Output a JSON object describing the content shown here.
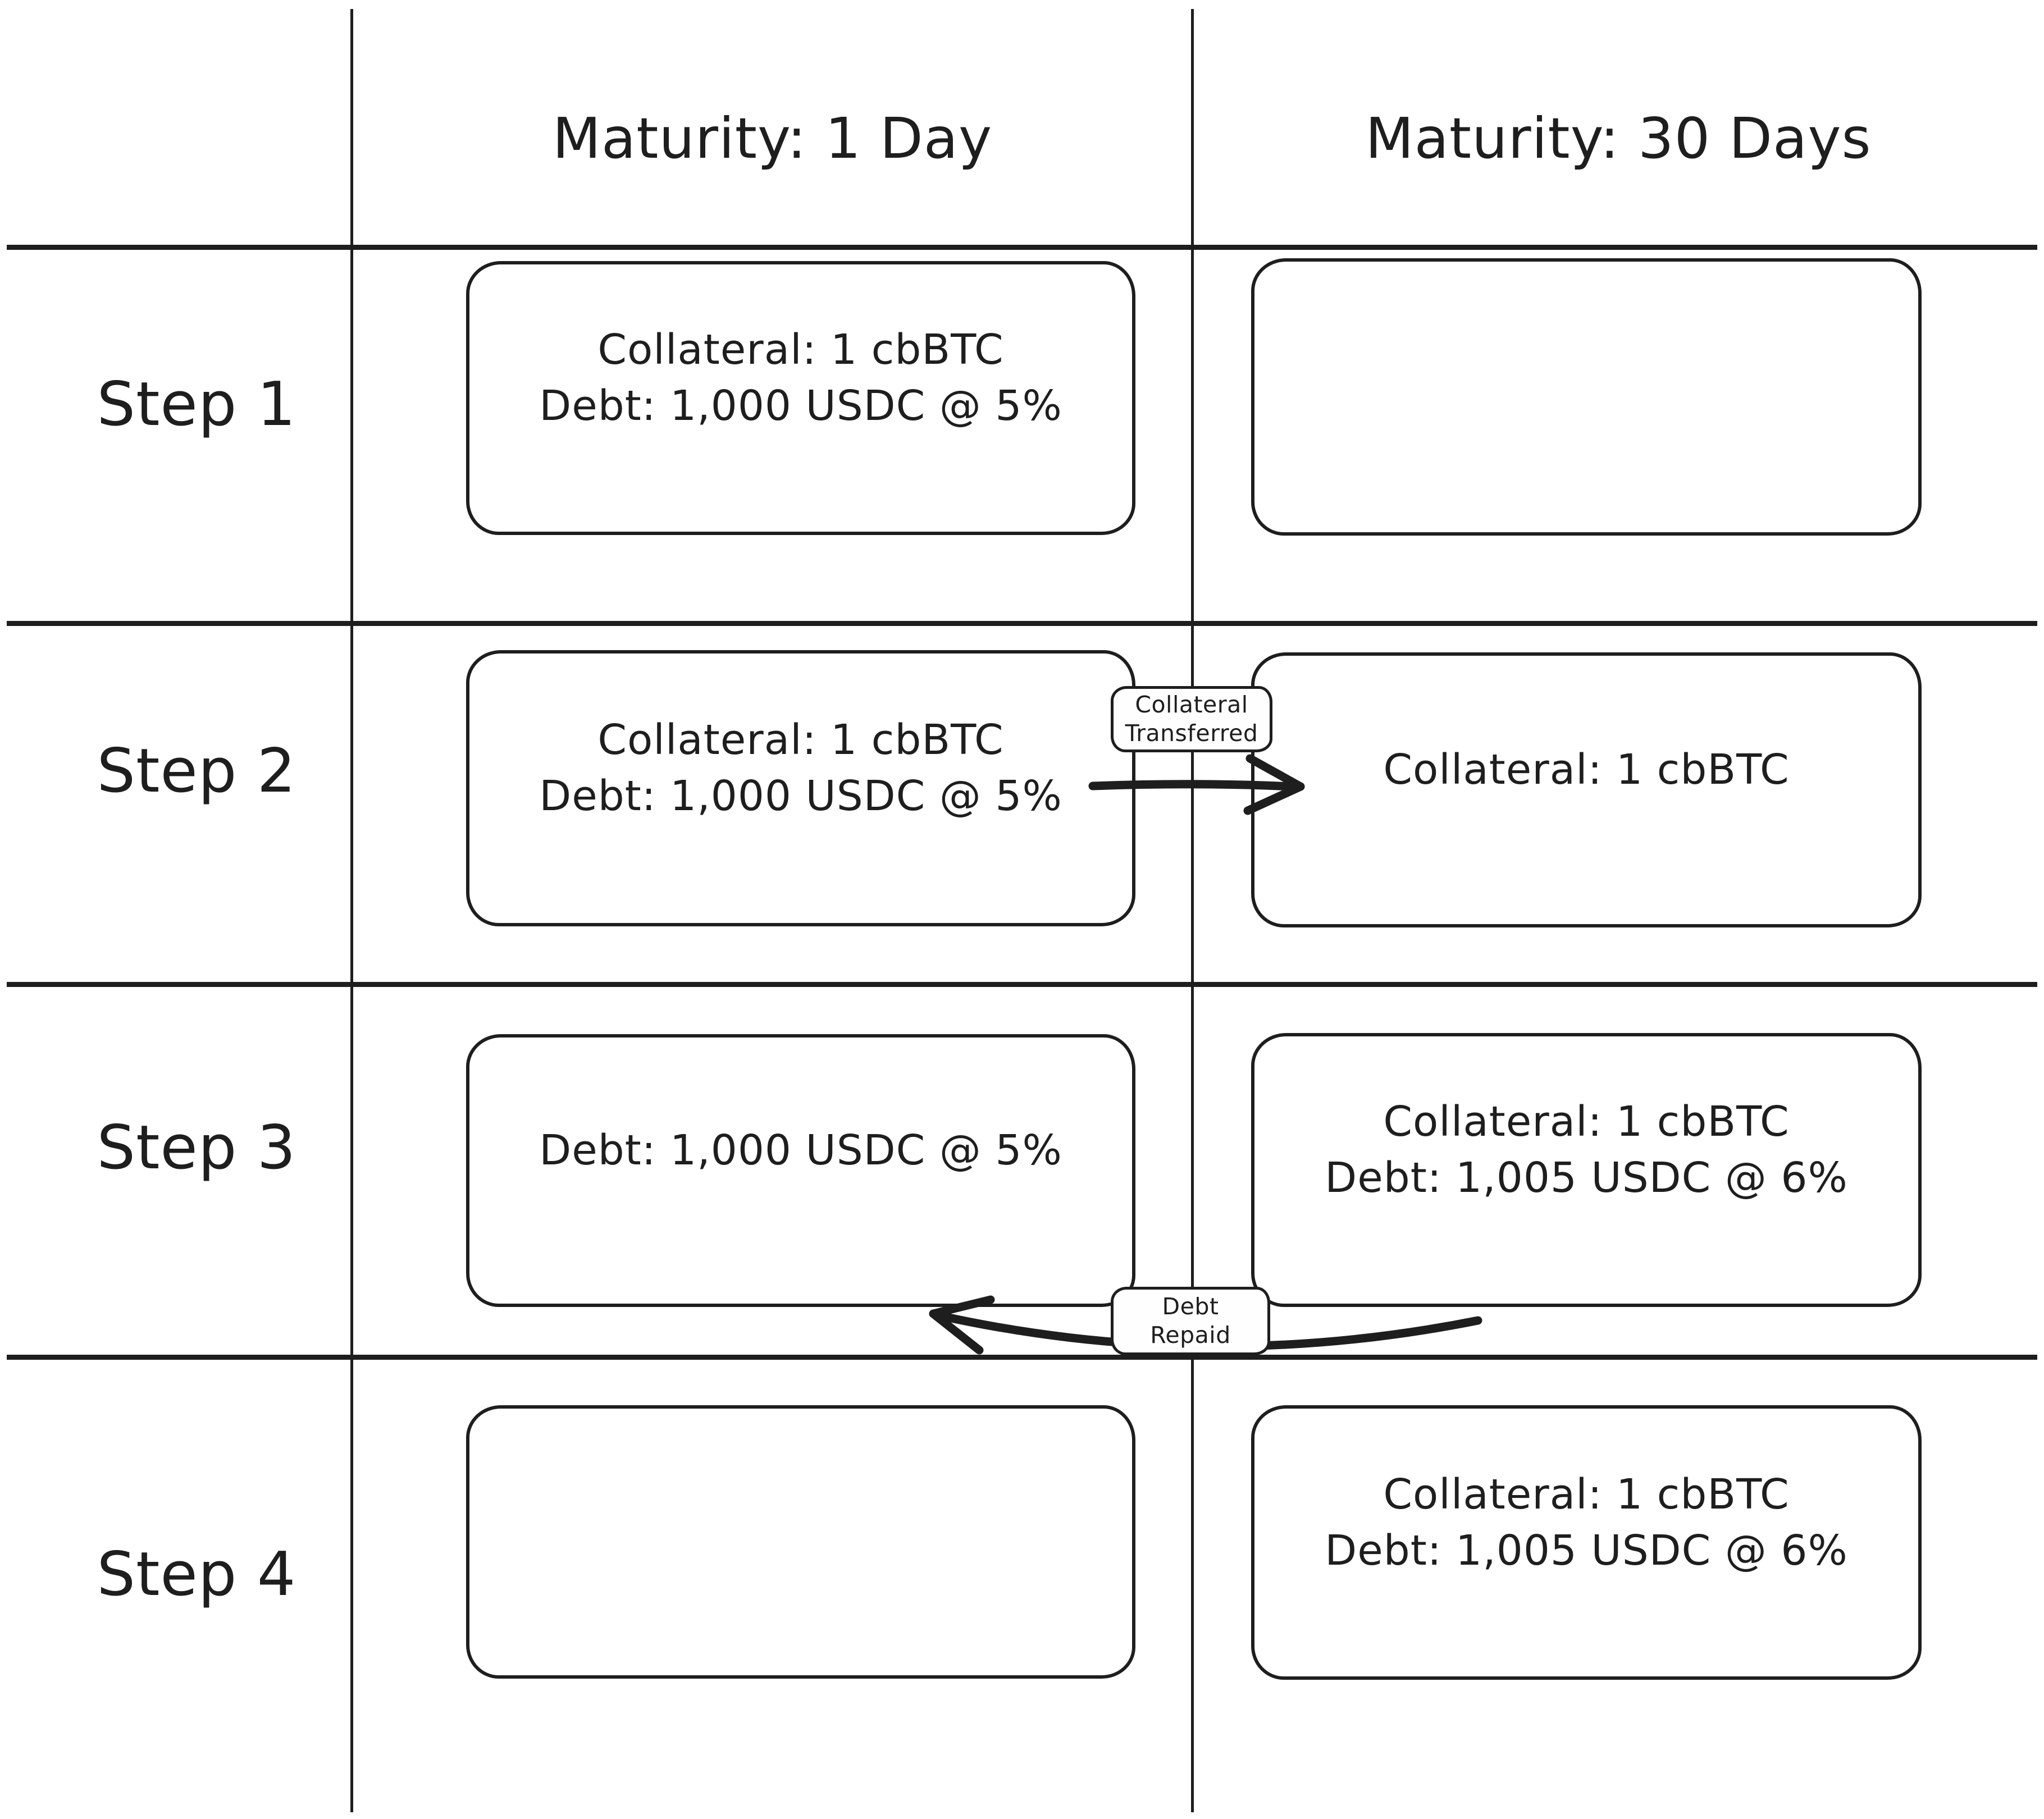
{
  "diagram": {
    "colors": {
      "stroke": "#1e1e1e",
      "background": "#ffffff"
    },
    "columns": [
      {
        "header": "Maturity: 1 Day"
      },
      {
        "header": "Maturity: 30 Days"
      }
    ],
    "steps": [
      {
        "label": "Step 1",
        "day1_box": {
          "line1": "Collateral: 1 cbBTC",
          "line2": "Debt: 1,000 USDC @ 5%"
        },
        "day30_box": {}
      },
      {
        "label": "Step 2",
        "day1_box": {
          "line1": "Collateral: 1 cbBTC",
          "line2": "Debt: 1,000 USDC @ 5%"
        },
        "day30_box": {
          "line1": "Collateral: 1 cbBTC"
        },
        "transfer": {
          "label_line1": "Collateral",
          "label_line2": "Transferred",
          "direction": "right"
        }
      },
      {
        "label": "Step 3",
        "day1_box": {
          "line1": "Debt: 1,000 USDC @ 5%"
        },
        "day30_box": {
          "line1": "Collateral: 1 cbBTC",
          "line2": "Debt: 1,005 USDC @ 6%"
        },
        "transfer": {
          "label_line1": "Debt",
          "label_line2": "Repaid",
          "direction": "left"
        }
      },
      {
        "label": "Step 4",
        "day1_box": {},
        "day30_box": {
          "line1": "Collateral: 1 cbBTC",
          "line2": "Debt: 1,005 USDC @ 6%"
        }
      }
    ]
  }
}
